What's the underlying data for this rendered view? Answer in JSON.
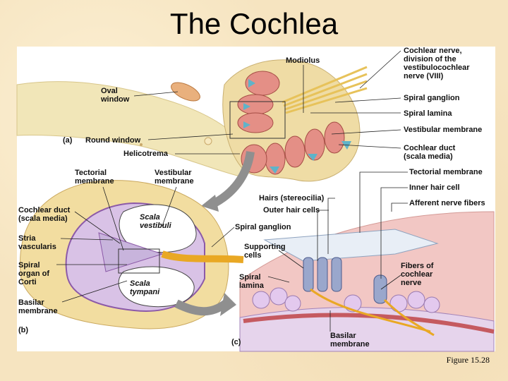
{
  "title": "The Cochlea",
  "caption": "Figure 15.28",
  "panels": {
    "a": "(a)",
    "b": "(b)",
    "c": "(c)"
  },
  "labels": {
    "modiolus": "Modiolus",
    "cochlear_nerve": "Cochlear nerve,\ndivision of the\nvestibulocochlear\nnerve (VIII)",
    "oval_window": "Oval\nwindow",
    "spiral_ganglion_a": "Spiral ganglion",
    "spiral_lamina_a": "Spiral lamina",
    "round_window": "Round window",
    "vestibular_membrane_a": "Vestibular membrane",
    "helicotrema": "Helicotrema",
    "cochlear_duct_a": "Cochlear duct\n(scala media)",
    "tectorial_membrane_b": "Tectorial\nmembrane",
    "vestibular_membrane_b": "Vestibular\nmembrane",
    "tectorial_membrane_c": "Tectorial membrane",
    "inner_hair_cell": "Inner hair cell",
    "hairs": "Hairs (stereocilia)",
    "afferent_nerve_fibers": "Afferent nerve fibers",
    "cochlear_duct_b": "Cochlear duct\n(scala media)",
    "outer_hair_cells": "Outer hair cells",
    "scala_vestibuli": "Scala\nvestibuli",
    "spiral_ganglion_b": "Spiral ganglion",
    "stria_vascularis": "Stria\nvascularis",
    "supporting_cells": "Supporting\ncells",
    "spiral_organ": "Spiral\norgan of\nCorti",
    "scala_tympani": "Scala\ntympani",
    "spiral_lamina_c": "Spiral\nlamina",
    "fibers_cochlear_nerve": "Fibers of\ncochlear\nnerve",
    "basilar_membrane_b": "Basilar\nmembrane",
    "basilar_membrane_c": "Basilar\nmembrane"
  }
}
